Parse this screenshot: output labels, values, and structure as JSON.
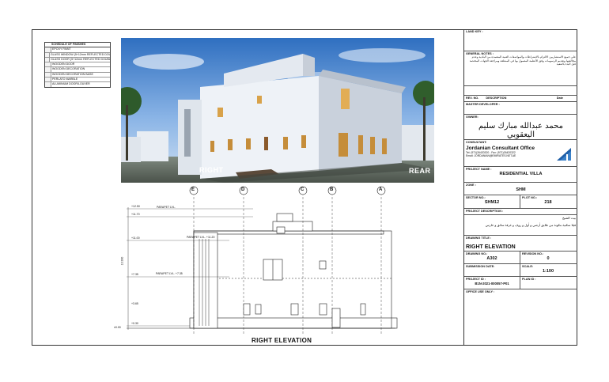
{
  "finishes": {
    "title": "SCHEDULE OF FINISHES",
    "items": [
      "EPOXY PAINT",
      "GLASS WINDOW (5+12mm REFLECTED DOUBLE GLASS-WDG)",
      "GLASS DOOR (5+12mm REFLECTED DOUBLE GLASS-WDG)",
      "WOODEN DOOR",
      "WOODEN DECORATION",
      "WOODEN DECORATION BASE",
      "PERLATO MARBLE",
      "ALUMINIUM DOOR/LOUVER"
    ]
  },
  "render": {
    "label_right": "RIGHT",
    "label_rear": "REAR"
  },
  "elevation": {
    "title": "RIGHT ELEVATION",
    "grid_labels": [
      "E",
      "D",
      "C",
      "B",
      "A"
    ],
    "level_labels": [
      "+12.50",
      "+11.70",
      "+11.00",
      "+7.35",
      "+3.65",
      "+0.30",
      "±0.00"
    ],
    "parapet_labels": [
      "PARAPET LVL.",
      "PARAPET LVL. +11.20",
      "PARAPET LVL. +7.35"
    ],
    "side_dim": "13.300"
  },
  "title_block": {
    "land_key": "LAND KEY :",
    "general_notes_title": "GENERAL NOTES :",
    "general_notes_text": "على جميع الاستشاريين الالتزام بالاشتراطات والمواصفات الفنية المعتمدة من البلدية وعدم مخالفتها وتقديم الرسومات وفق الأنظمة المعمول بها في المنطقة ومراجعة الجهات المختصة قبل البدء بالتنفيذ",
    "rev_no": "REV. NO.",
    "description": "DESCRIPTION",
    "date": "Date",
    "master_developer": "MASTER DEVELOPER :",
    "owner": "OWNER:",
    "owner_name": "محمد عبدالله مبارك سليم اليعقوبي",
    "consultant": "CONSULTANT:",
    "consultant_name": "Jordanian Consultant Office",
    "consultant_contact_1": "Tel: (971)26420320 - Fax: (971)26420322",
    "consultant_contact_2": "Email: JORDANIAN@EMIRATES.NET.AE",
    "project_name_label": "PROJECT NAME :",
    "project_name": "RESIDENTIAL VILLA",
    "zone_label": "ZONE :",
    "zone": "SHM",
    "sector_label": "SECTOR NO.:",
    "sector": "SHM12",
    "plot_label": "PLOT NO.:",
    "plot": "218",
    "project_description_label": "PROJECT DESCRIPTION :",
    "project_description_ar_1": "بيت الشيخ",
    "project_description_ar_2": "فيلا سكنية مكونة من طابق أرضي و أول و روف و غرفة سائق و حارس",
    "drawing_title_label": "DRAWING TITLE :",
    "drawing_title": "RIGHT ELEVATION",
    "drawing_no_label": "DRAWING NO.:",
    "drawing_no": "A302",
    "revision_label": "REVISION NO.:",
    "revision": "0",
    "submission_date_label": "SUBMISSION DATE:",
    "scale_label": "SCALE:",
    "scale": "1:100",
    "project_id_label": "PROJECT ID :",
    "project_id": "B1N-2021-000057-P01",
    "plan_id_label": "PLAN ID :",
    "office_use": "OFFICE USE ONLY :"
  }
}
